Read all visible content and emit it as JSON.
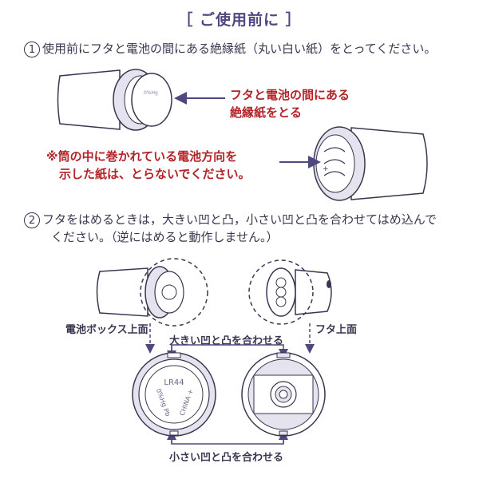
{
  "title": "［ ご使用前に ］",
  "step1": {
    "num": "1",
    "text": "使用前にフタと電池の間にある絶縁紙（丸い白い紙）をとってください。",
    "callout": [
      "フタと電池の間にある",
      "絶縁紙をとる"
    ],
    "warning": [
      "※筒の中に巻かれている電池方向を",
      "示した紙は、とらないでください。"
    ]
  },
  "step2": {
    "num": "2",
    "text_line1": "フタをはめるときは，大きい凹と凸，小さい凹と凸を合わせてはめ込んで",
    "text_line2": "ください。（逆にはめると動作しません。）"
  },
  "labels": {
    "battery_top": "電池ボックス上面",
    "lid_top": "フタ上面",
    "big_match": "大きい凹と凸を合わせる",
    "small_match": "小さい凹と凸を合わせる"
  },
  "battery": {
    "model": "LR44",
    "marking": "0%Hg Pb",
    "origin": "CHINA +"
  },
  "colors": {
    "accent": "#4d4880",
    "warning": "#b3242a",
    "outline": "#3a3650",
    "shade": "#e4e3ee"
  }
}
